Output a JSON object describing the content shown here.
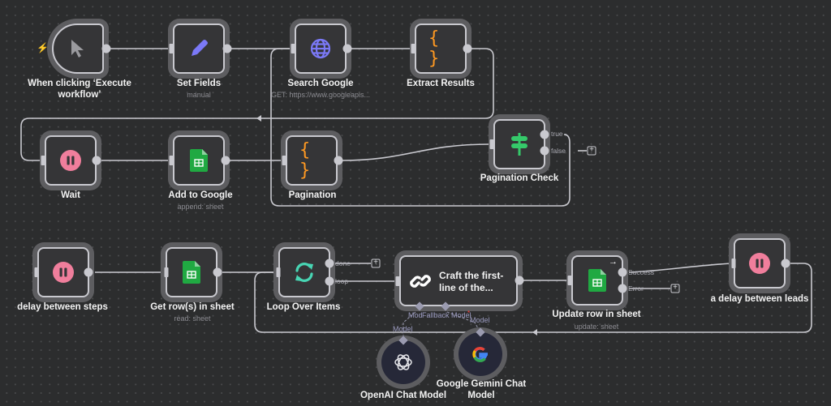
{
  "canvas": {
    "background": "#2c2d2e",
    "edge_color": "#c9c9cf"
  },
  "nodes": {
    "trigger": {
      "label": "When clicking ‘Execute workflow’",
      "icon": "cursor-icon"
    },
    "set_fields": {
      "label": "Set Fields",
      "subtitle": "manual",
      "icon": "pencil-icon",
      "color": "#7b79f7"
    },
    "search_google": {
      "label": "Search Google",
      "subtitle": "GET: https://www.googleapis...",
      "icon": "globe-icon",
      "color": "#7b79f7"
    },
    "extract_results": {
      "label": "Extract Results",
      "icon": "code-braces-icon",
      "icon_text": "{ }",
      "color": "#ff9922"
    },
    "wait": {
      "label": "Wait",
      "icon": "pause-icon",
      "color": "#f07e9c"
    },
    "add_to_google": {
      "label": "Add to Google",
      "subtitle": "append: sheet",
      "icon": "google-sheets-icon",
      "color": "#20a942"
    },
    "pagination": {
      "label": "Pagination",
      "icon": "code-braces-icon",
      "icon_text": "{ }",
      "color": "#ff9922"
    },
    "pagination_check": {
      "label": "Pagination Check",
      "icon": "signpost-icon",
      "color": "#35c96a",
      "outputs": [
        "true",
        "false"
      ]
    },
    "delay_between_steps": {
      "label": "delay between steps",
      "icon": "pause-icon",
      "color": "#f07e9c"
    },
    "get_rows": {
      "label": "Get row(s) in sheet",
      "subtitle": "read: sheet",
      "icon": "google-sheets-icon",
      "color": "#20a942"
    },
    "loop_over_items": {
      "label": "Loop Over Items",
      "icon": "refresh-icon",
      "color": "#48d6b4",
      "outputs": [
        "done",
        "loop"
      ]
    },
    "craft_first_line": {
      "label": "Craft the first-line of the...",
      "line1": "Craft the first-",
      "line2": "line of the...",
      "icon": "chain-link-icon",
      "sub_inputs": [
        "Model",
        "Fallback Model"
      ],
      "sub_input_short": "Mod",
      "required_marker": "*"
    },
    "update_row": {
      "label": "Update row in sheet",
      "subtitle": "update: sheet",
      "icon": "google-sheets-icon",
      "color": "#20a942",
      "outputs": [
        "Success",
        "Error"
      ],
      "badge": "→"
    },
    "delay_between_leads": {
      "label": "a delay between leads",
      "icon": "pause-icon",
      "color": "#f07e9c"
    },
    "openai_model": {
      "label": "OpenAI Chat Model",
      "port_label": "Model",
      "icon": "openai-icon"
    },
    "gemini_model": {
      "label": "Google Gemini Chat Model",
      "line1": "Google Gemini Chat",
      "line2": "Model",
      "port_label": "Model",
      "icon": "google-g-icon"
    }
  },
  "add_button_glyph": "+",
  "trigger_bolt_glyph": "⚡"
}
